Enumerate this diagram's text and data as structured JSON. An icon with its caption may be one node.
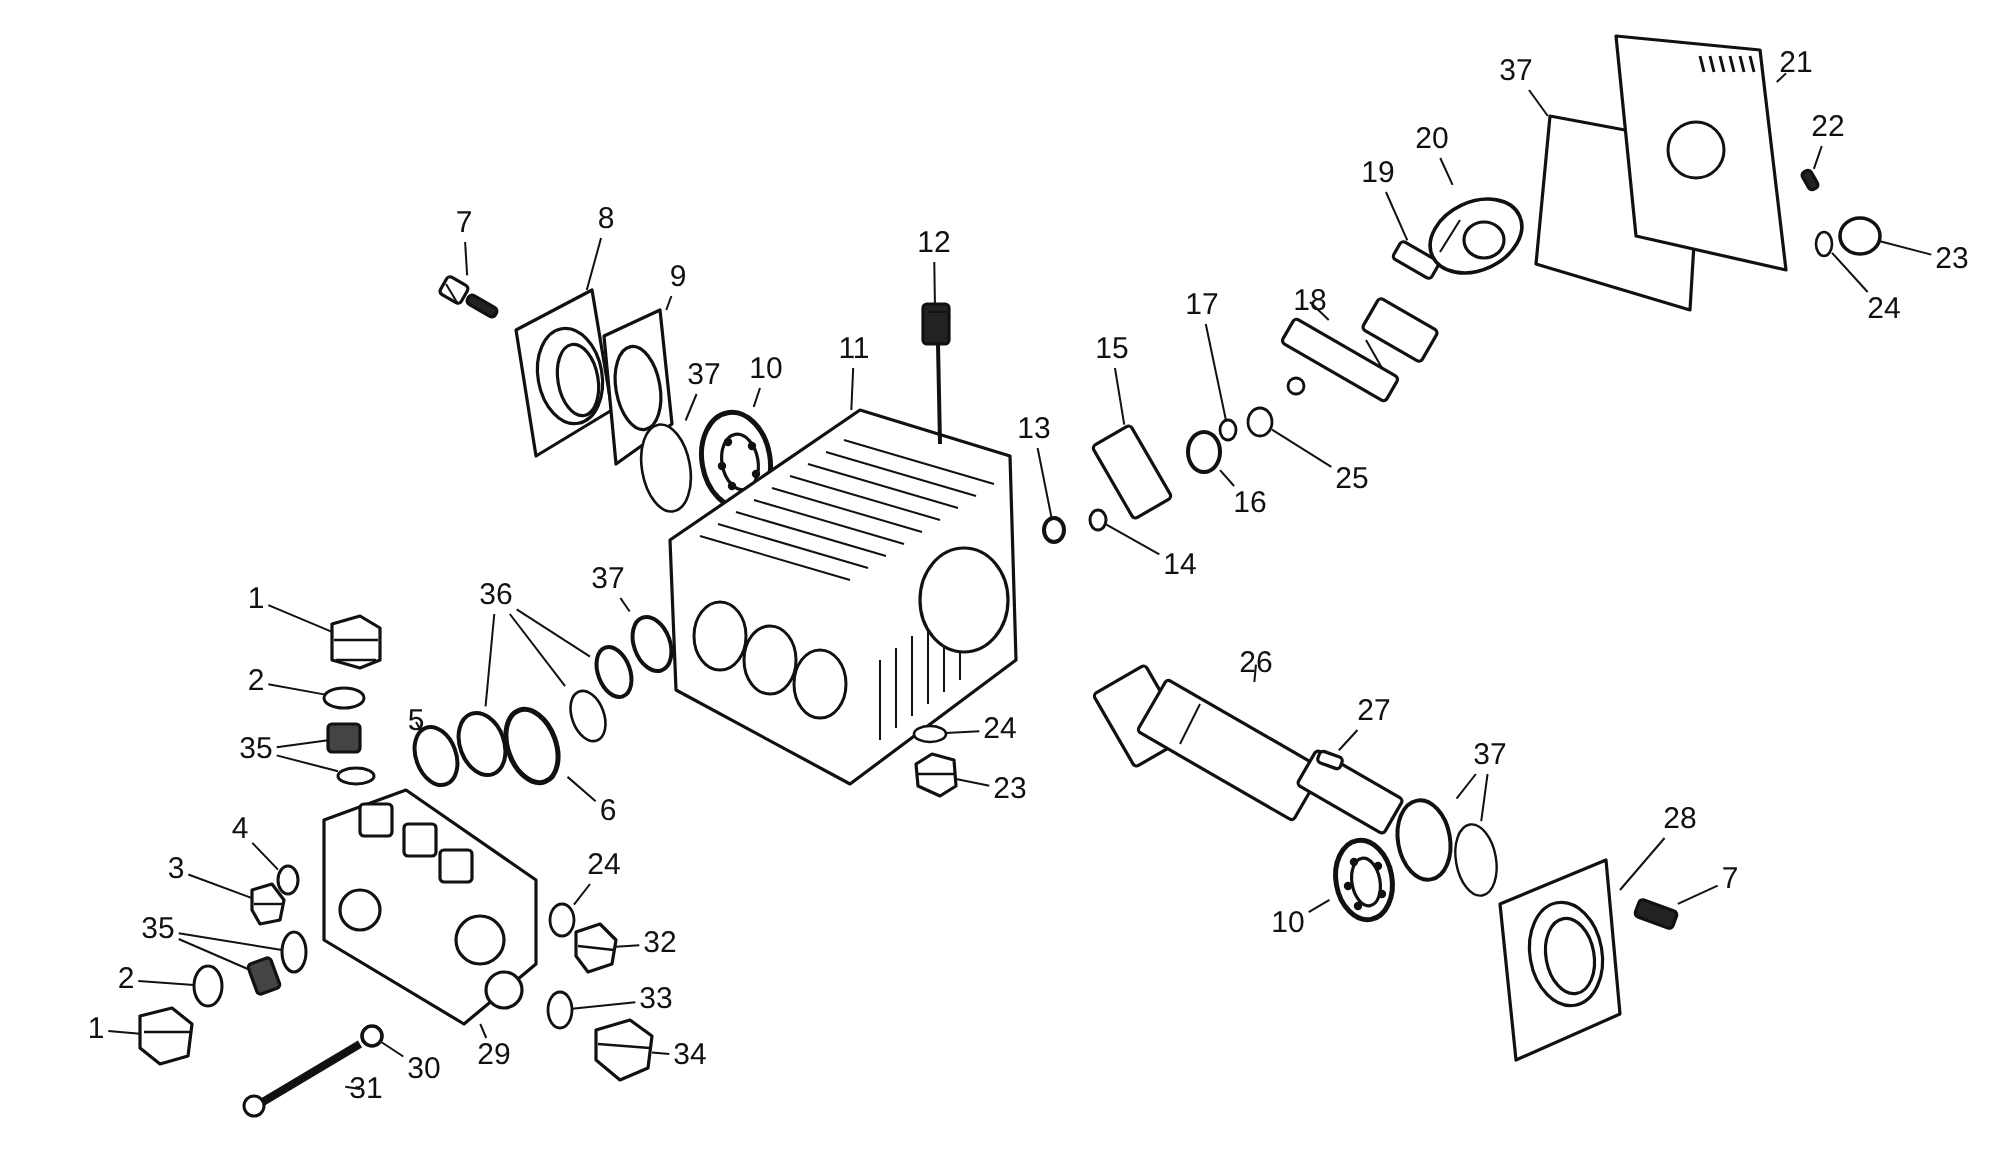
{
  "diagram": {
    "nodes": [
      {
        "text": [
          "7"
        ]
      },
      {
        "text": [
          "8"
        ]
      },
      {
        "text": [
          "9"
        ]
      },
      {
        "text": [
          "37"
        ]
      },
      {
        "text": [
          "10"
        ]
      },
      {
        "text": [
          "11"
        ]
      },
      {
        "text": [
          "12"
        ]
      },
      {
        "text": [
          "13"
        ]
      },
      {
        "text": [
          "14"
        ]
      },
      {
        "text": [
          "15"
        ]
      },
      {
        "text": [
          "16"
        ]
      },
      {
        "text": [
          "17"
        ]
      },
      {
        "text": [
          "25"
        ]
      },
      {
        "text": [
          "18"
        ]
      },
      {
        "text": [
          "19"
        ]
      },
      {
        "text": [
          "20"
        ]
      },
      {
        "text": [
          "37"
        ]
      },
      {
        "text": [
          "21"
        ]
      },
      {
        "text": [
          "22"
        ]
      },
      {
        "text": [
          "23"
        ]
      },
      {
        "text": [
          "24"
        ]
      },
      {
        "text": [
          "1"
        ]
      },
      {
        "text": [
          "2"
        ]
      },
      {
        "text": [
          "35"
        ]
      },
      {
        "text": [
          "5"
        ]
      },
      {
        "text": [
          "36"
        ]
      },
      {
        "text": [
          "37"
        ]
      },
      {
        "text": [
          "6"
        ]
      },
      {
        "text": [
          "4"
        ]
      },
      {
        "text": [
          "3"
        ]
      },
      {
        "text": [
          "35"
        ]
      },
      {
        "text": [
          "2"
        ]
      },
      {
        "text": [
          "1"
        ]
      },
      {
        "text": [
          "24"
        ]
      },
      {
        "text": [
          "32"
        ]
      },
      {
        "text": [
          "33"
        ]
      },
      {
        "text": [
          "34"
        ]
      },
      {
        "text": [
          "29"
        ]
      },
      {
        "text": [
          "30"
        ]
      },
      {
        "text": [
          "31"
        ]
      },
      {
        "text": [
          "24"
        ]
      },
      {
        "text": [
          "23"
        ]
      },
      {
        "text": [
          "26"
        ]
      },
      {
        "text": [
          "27"
        ]
      },
      {
        "text": [
          "37"
        ]
      },
      {
        "text": [
          "28"
        ]
      },
      {
        "text": [
          "7"
        ]
      },
      {
        "text": [
          "10"
        ]
      },
      {
        "text": [],
        "shape": "picture"
      },
      {
        "text": [],
        "shape": "picture"
      },
      {
        "text": [],
        "shape": "picture"
      },
      {
        "text": [],
        "shape": "circle"
      },
      {
        "text": [],
        "shape": "picture"
      },
      {
        "text": [],
        "shape": "picture"
      },
      {
        "text": [],
        "shape": "picture"
      },
      {
        "text": [],
        "shape": "circle"
      },
      {
        "text": [],
        "shape": "circle"
      },
      {
        "text": [],
        "shape": "box"
      },
      {
        "text": [],
        "shape": "circle"
      },
      {
        "text": [],
        "shape": "circle"
      },
      {
        "text": [],
        "shape": "circle"
      },
      {
        "text": [],
        "shape": "picture"
      },
      {
        "text": [],
        "shape": "box"
      },
      {
        "text": [],
        "shape": "picture"
      },
      {
        "text": [],
        "shape": "box"
      },
      {
        "text": [],
        "shape": "picture"
      },
      {
        "text": [],
        "shape": "box"
      },
      {
        "text": [],
        "shape": "circle"
      },
      {
        "text": [],
        "shape": "circle"
      },
      {
        "text": [],
        "shape": "picture"
      },
      {
        "text": [],
        "shape": "circle"
      },
      {
        "text": [],
        "shape": "box"
      },
      {
        "text": [],
        "shape": "circle"
      },
      {
        "text": [],
        "shape": "circle"
      },
      {
        "text": [],
        "shape": "circle"
      },
      {
        "text": [],
        "shape": "circle"
      },
      {
        "text": [],
        "shape": "circle"
      },
      {
        "text": [],
        "shape": "circle"
      },
      {
        "text": [],
        "shape": "circle"
      },
      {
        "text": [],
        "shape": "circle"
      },
      {
        "text": [],
        "shape": "picture"
      },
      {
        "text": [],
        "shape": "circle"
      },
      {
        "text": [],
        "shape": "box"
      },
      {
        "text": [],
        "shape": "circle"
      },
      {
        "text": [],
        "shape": "picture"
      },
      {
        "text": [],
        "shape": "circle"
      },
      {
        "text": [],
        "shape": "picture"
      },
      {
        "text": [],
        "shape": "circle"
      },
      {
        "text": [],
        "shape": "picture"
      },
      {
        "text": [],
        "shape": "picture"
      },
      {
        "text": [],
        "shape": "circle"
      },
      {
        "text": [],
        "shape": "picture"
      },
      {
        "text": [],
        "shape": "circle"
      },
      {
        "text": [],
        "shape": "picture"
      },
      {
        "text": [],
        "shape": "picture"
      },
      {
        "text": [],
        "shape": "box"
      },
      {
        "text": [],
        "shape": "circle"
      },
      {
        "text": [],
        "shape": "circle"
      },
      {
        "text": [],
        "shape": "picture"
      },
      {
        "text": [],
        "shape": "box"
      },
      {
        "text": [],
        "shape": "picture"
      }
    ],
    "edges": [
      {
        "from": 0,
        "to": 48,
        "arrow": "none"
      },
      {
        "from": 1,
        "to": 49,
        "arrow": "none"
      },
      {
        "from": 2,
        "to": 50,
        "arrow": "none"
      },
      {
        "from": 3,
        "to": 51,
        "arrow": "none"
      },
      {
        "from": 4,
        "to": 52,
        "arrow": "none"
      },
      {
        "from": 5,
        "to": 53,
        "arrow": "none"
      },
      {
        "from": 6,
        "to": 54,
        "arrow": "none"
      },
      {
        "from": 7,
        "to": 55,
        "arrow": "none"
      },
      {
        "from": 8,
        "to": 56,
        "arrow": "none"
      },
      {
        "from": 9,
        "to": 57,
        "arrow": "none"
      },
      {
        "from": 10,
        "to": 58,
        "arrow": "none"
      },
      {
        "from": 11,
        "to": 59,
        "arrow": "none"
      },
      {
        "from": 12,
        "to": 60,
        "arrow": "none"
      },
      {
        "from": 13,
        "to": 61,
        "arrow": "none"
      },
      {
        "from": 14,
        "to": 62,
        "arrow": "none"
      },
      {
        "from": 15,
        "to": 63,
        "arrow": "none"
      },
      {
        "from": 16,
        "to": 64,
        "arrow": "none"
      },
      {
        "from": 17,
        "to": 65,
        "arrow": "none"
      },
      {
        "from": 18,
        "to": 66,
        "arrow": "none"
      },
      {
        "from": 19,
        "to": 67,
        "arrow": "none"
      },
      {
        "from": 20,
        "to": 68,
        "arrow": "none"
      },
      {
        "from": 21,
        "to": 69,
        "arrow": "none"
      },
      {
        "from": 22,
        "to": 70,
        "arrow": "none"
      },
      {
        "from": 23,
        "to": 71,
        "arrow": "none"
      },
      {
        "from": 23,
        "to": 72,
        "arrow": "none"
      },
      {
        "from": 24,
        "to": 73,
        "arrow": "none"
      },
      {
        "from": 25,
        "to": 74,
        "arrow": "none"
      },
      {
        "from": 25,
        "to": 75,
        "arrow": "none"
      },
      {
        "from": 25,
        "to": 76,
        "arrow": "none"
      },
      {
        "from": 26,
        "to": 77,
        "arrow": "none"
      },
      {
        "from": 27,
        "to": 78,
        "arrow": "none"
      },
      {
        "from": 28,
        "to": 79,
        "arrow": "none"
      },
      {
        "from": 29,
        "to": 80,
        "arrow": "none"
      },
      {
        "from": 30,
        "to": 81,
        "arrow": "none"
      },
      {
        "from": 30,
        "to": 82,
        "arrow": "none"
      },
      {
        "from": 31,
        "to": 83,
        "arrow": "none"
      },
      {
        "from": 32,
        "to": 84,
        "arrow": "none"
      },
      {
        "from": 33,
        "to": 85,
        "arrow": "none"
      },
      {
        "from": 34,
        "to": 86,
        "arrow": "none"
      },
      {
        "from": 35,
        "to": 87,
        "arrow": "none"
      },
      {
        "from": 36,
        "to": 88,
        "arrow": "none"
      },
      {
        "from": 37,
        "to": 89,
        "arrow": "none"
      },
      {
        "from": 38,
        "to": 90,
        "arrow": "none"
      },
      {
        "from": 39,
        "to": 91,
        "arrow": "none"
      },
      {
        "from": 40,
        "to": 92,
        "arrow": "none"
      },
      {
        "from": 41,
        "to": 93,
        "arrow": "none"
      },
      {
        "from": 42,
        "to": 94,
        "arrow": "none"
      },
      {
        "from": 43,
        "to": 95,
        "arrow": "none"
      },
      {
        "from": 44,
        "to": 96,
        "arrow": "none"
      },
      {
        "from": 44,
        "to": 97,
        "arrow": "none"
      },
      {
        "from": 45,
        "to": 98,
        "arrow": "none"
      },
      {
        "from": 46,
        "to": 99,
        "arrow": "none"
      },
      {
        "from": 47,
        "to": 100,
        "arrow": "none"
      }
    ]
  }
}
